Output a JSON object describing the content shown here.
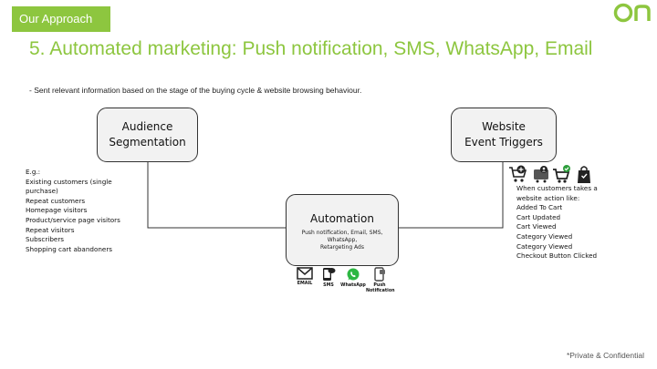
{
  "header": {
    "section_tag": "Our Approach",
    "title": "5. Automated marketing: Push notification, SMS, WhatsApp, Email",
    "subtitle": "- Sent relevant information based on the stage of the buying cycle & website browsing behaviour."
  },
  "brand": {
    "logo_icon": "on-logo-icon",
    "accent_color": "#8dc63f"
  },
  "nodes": {
    "audience": {
      "title_line1": "Audience",
      "title_line2": "Segmentation"
    },
    "website": {
      "title_line1": "Website",
      "title_line2": "Event Triggers"
    },
    "automation": {
      "title": "Automation",
      "detail_line1": "Push notification, Email, SMS,",
      "detail_line2": "WhatsApp,",
      "detail_line3": "Retargeting Ads"
    }
  },
  "audience_examples": [
    "E.g.:",
    "Existing customers (single",
    "purchase)",
    "Repeat customers",
    "Homepage visitors",
    "Product/service page visitors",
    "Repeat visitors",
    "Subscribers",
    "Shopping cart abandoners"
  ],
  "trigger_examples": [
    "When customers takes a",
    "website action like:",
    "Added To Cart",
    "Cart Updated",
    "Cart Viewed",
    "Category Viewed",
    "Category Viewed",
    "Checkout Button Clicked"
  ],
  "channels": [
    {
      "icon": "email-icon",
      "label": "EMAIL"
    },
    {
      "icon": "sms-icon",
      "label": "SMS"
    },
    {
      "icon": "whatsapp-icon",
      "label": "WhatsApp"
    },
    {
      "icon": "push-notification-icon",
      "label_line1": "Push",
      "label_line2": "Notification"
    }
  ],
  "trigger_icons": [
    "add-to-cart-icon",
    "user-cart-icon",
    "cart-check-icon",
    "shopping-bag-icon"
  ],
  "footer": {
    "confidential": "*Private & Confidential"
  }
}
